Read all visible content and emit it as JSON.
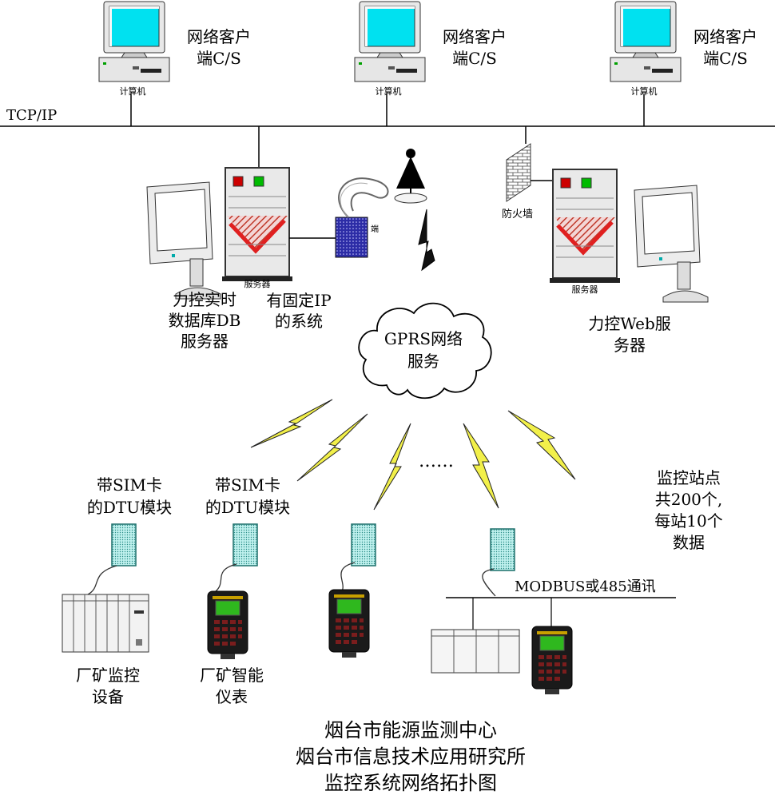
{
  "network": {
    "tcpip_label": "TCP/IP",
    "clients": [
      {
        "label_line1": "网络客户",
        "label_line2": "端C/S",
        "device_label": "计算机"
      },
      {
        "label_line1": "网络客户",
        "label_line2": "端C/S",
        "device_label": "计算机"
      },
      {
        "label_line1": "网络客户",
        "label_line2": "端C/S",
        "device_label": "计算机"
      }
    ]
  },
  "db_server": {
    "device_label": "服务器",
    "label_lines": [
      "力控实时",
      "数据库DB",
      "服务器"
    ],
    "modem_label": "端"
  },
  "fixed_ip": {
    "label_lines": [
      "有固定IP",
      "的系统"
    ]
  },
  "firewall": {
    "label": "防火墙"
  },
  "web_server": {
    "device_label": "服务器",
    "label_lines": [
      "力控Web服",
      "务器"
    ]
  },
  "gprs": {
    "label_line1": "GPRS网络",
    "label_line2": "服务"
  },
  "ellipsis": "……",
  "stations": {
    "dtu_labels": [
      {
        "line1": "带SIM卡",
        "line2": "的DTU模块"
      },
      {
        "line1": "带SIM卡",
        "line2": "的DTU模块"
      }
    ],
    "bus_label": "MODBUS或485通讯",
    "summary_lines": [
      "监控站点",
      "共200个,",
      "每站10个",
      "数据"
    ],
    "plc_label_lines": [
      "厂矿监控",
      "设备"
    ],
    "meter_label_lines": [
      "厂矿智能",
      "仪表"
    ]
  },
  "caption_lines": [
    "烟台市能源监测中心",
    "烟台市信息技术应用研究所",
    "监控系统网络拓扑图"
  ]
}
